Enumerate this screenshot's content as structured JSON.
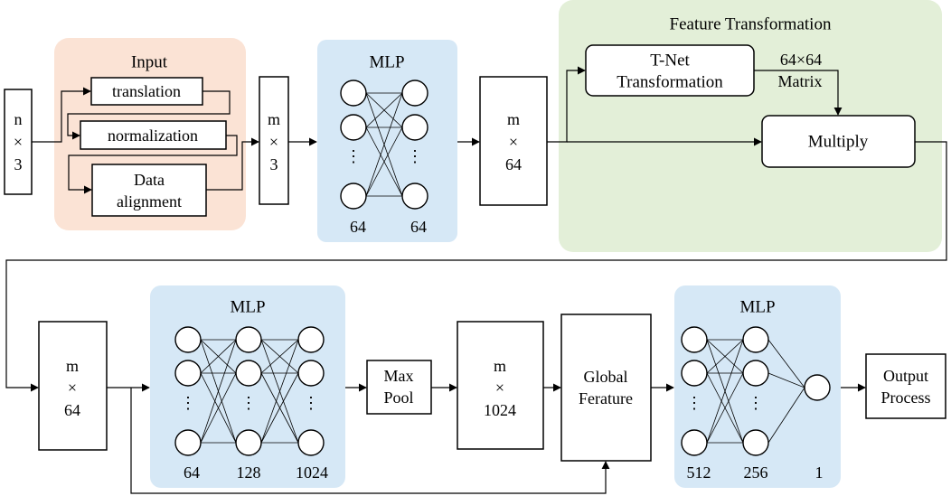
{
  "input_panel": {
    "title": "Input",
    "steps": [
      "translation",
      "normalization",
      "Data",
      "alignment"
    ]
  },
  "shapes": {
    "n3": [
      "n",
      "×",
      "3"
    ],
    "m3": [
      "m",
      "×",
      "3"
    ],
    "m64_top": [
      "m",
      "×",
      "64"
    ],
    "m64_bottom": [
      "m",
      "×",
      "64"
    ],
    "m1024": [
      "m",
      "×",
      "1024"
    ]
  },
  "mlp1": {
    "title": "MLP",
    "layers": [
      "64",
      "64"
    ]
  },
  "feature_transformation": {
    "title": "Feature Transformation",
    "tnet": [
      "T-Net",
      "Transformation"
    ],
    "matrix": [
      "64×64",
      "Matrix"
    ],
    "multiply": "Multiply"
  },
  "mlp2": {
    "title": "MLP",
    "layers": [
      "64",
      "128",
      "1024"
    ]
  },
  "max_pool": [
    "Max",
    "Pool"
  ],
  "global_feature": [
    "Global",
    "Ferature"
  ],
  "mlp3": {
    "title": "MLP",
    "layers": [
      "512",
      "256",
      "1"
    ]
  },
  "output": [
    "Output",
    "Process"
  ],
  "ellipsis": "⋮"
}
